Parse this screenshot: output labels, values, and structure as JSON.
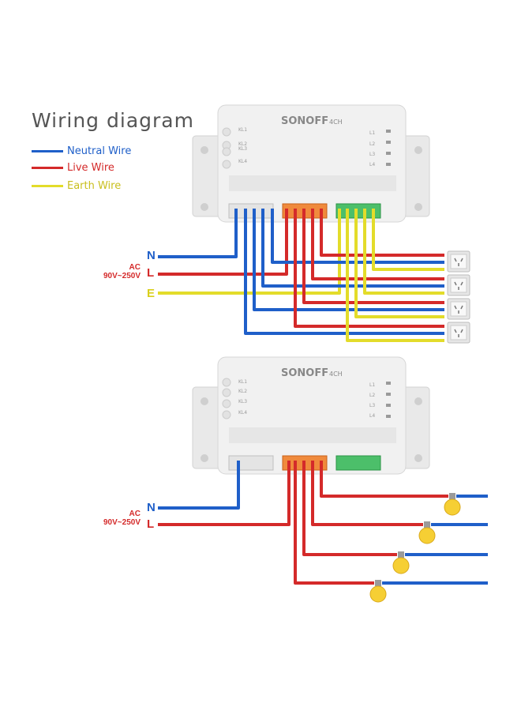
{
  "title": "Wiring diagram",
  "legend": [
    {
      "label": "Neutral Wire",
      "color": "#1f5fc9"
    },
    {
      "label": "Live Wire",
      "color": "#d42a2a"
    },
    {
      "label": "Earth Wire",
      "color": "#e3dc2a"
    }
  ],
  "device": {
    "brand": "SONOFF",
    "model": "4CH",
    "inputs": [
      "KL1",
      "KL2",
      "KL3",
      "KL4"
    ],
    "outputs": [
      "L1",
      "L2",
      "L3",
      "L4"
    ]
  },
  "diagram1": {
    "ac_label": "AC",
    "voltage": "90V~250V",
    "terminals": {
      "neutral": "N",
      "live": "L",
      "earth": "E"
    }
  },
  "diagram2": {
    "ac_label": "AC",
    "voltage": "90V~250V",
    "terminals": {
      "neutral": "N",
      "live": "L"
    }
  },
  "colors": {
    "neutral": "#1f5fc9",
    "live": "#d42a2a",
    "earth": "#e3dc2a",
    "device": "#ececec",
    "bulb": "#f6cf34"
  }
}
